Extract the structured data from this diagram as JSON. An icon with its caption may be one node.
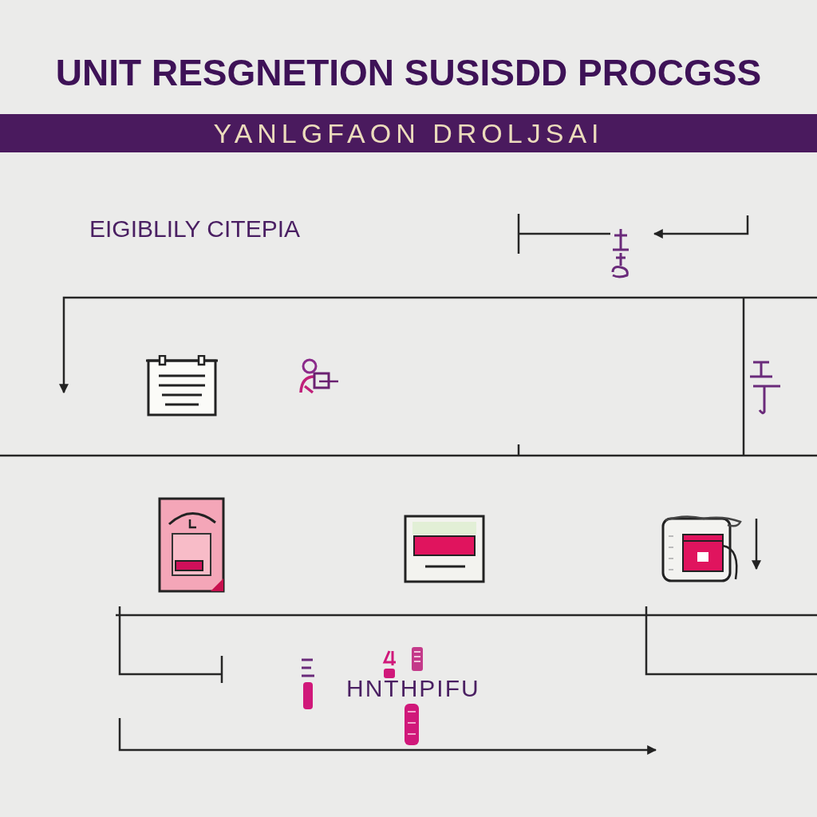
{
  "diagram": {
    "title": "UNIT RESGNETION SUSISDD PROCGSS",
    "nodes": [
      {
        "text": [],
        "shape": "picture"
      },
      {
        "text": [],
        "shape": "picture"
      },
      {
        "text": [],
        "shape": "picture"
      },
      {
        "text": [],
        "shape": "picture"
      },
      {
        "text": [],
        "shape": "picture"
      }
    ],
    "labels": [
      "YANLGFAON DROLJSAI",
      "EIGIBLILY CITEPIA",
      "HNTHPIFU"
    ]
  }
}
